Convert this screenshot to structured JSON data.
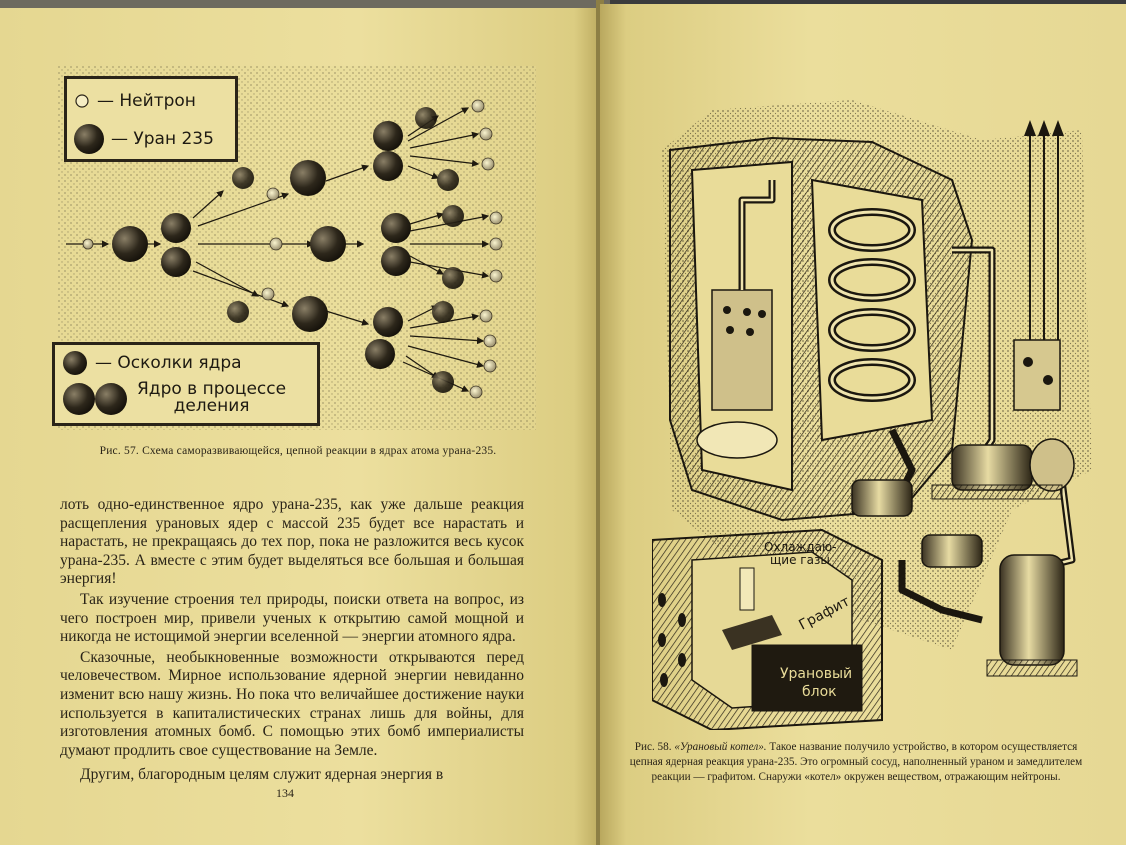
{
  "left_page": {
    "legend": {
      "neutron": "— Нейтрон",
      "uranium": "— Уран 235",
      "fragments": "— Осколки ядра",
      "fission_line1": "Ядро в процессе",
      "fission_line2": "деления"
    },
    "caption": "Рис. 57. Схема саморазвивающейся, цепной реакции в ядрах атома урана-235.",
    "paragraphs": [
      "лоть одно-единственное ядро урана-235, как уже дальше реакция расщепления урановых ядер с массой 235 будет все нарастать и нарастать, не прекращаясь до тех пор, пока не разложится весь кусок урана-235. А вместе с этим будет выделяться все большая и большая энергия!",
      "Так изучение строения тел природы, поиски ответа на вопрос, из чего построен мир, привели ученых к открытию самой мощной и никогда не истощимой энергии вселенной — энергии атомного ядра.",
      "Сказочные, необыкновенные возможности открываются перед человечеством. Мирное использование ядерной энергии невиданно изменит всю нашу жизнь. Но пока что величайшее достижение науки используется в капиталистических странах лишь для войны, для изготовления атомных бомб. С помощью этих бомб империалисты думают продлить свое существование на Земле.",
      "Другим, благородным целям служит ядерная энергия в"
    ],
    "page_number": "134"
  },
  "right_page": {
    "labels": {
      "cooling_gases_1": "Охлаждаю-",
      "cooling_gases_2": "щие газы",
      "graphite": "Графит",
      "uranium_block_1": "Урановый",
      "uranium_block_2": "блок"
    },
    "caption": {
      "prefix": "Рис. 58. ",
      "title": "«Урановый котел».",
      "text": " Такое название получило устройство, в котором осуществляется цепная ядерная реакция урана-235. Это огромный сосуд, наполненный ураном и замедлителем реакции — графитом. Снаружи «котел» окружен веществом, отражающим нейтроны."
    }
  },
  "colors": {
    "paper": "#e9dc99",
    "ink": "#2a2418",
    "background": "#6d6a5f"
  }
}
